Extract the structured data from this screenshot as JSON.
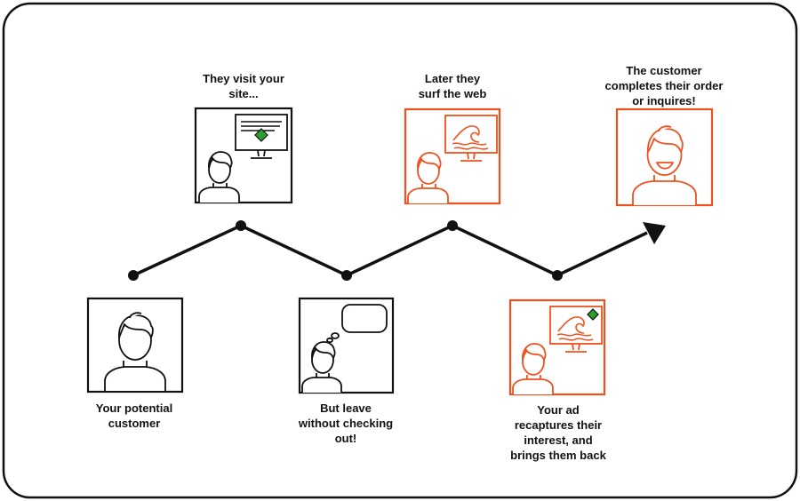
{
  "colors": {
    "ink": "#111111",
    "accent": "#f0501e",
    "ad_green": "#2ca02c",
    "background": "#ffffff"
  },
  "steps": [
    {
      "label": "Your potential\ncustomer",
      "style": "ink",
      "scene": "person"
    },
    {
      "label": "They visit your\nsite...",
      "style": "ink",
      "scene": "person-with-website-monitor"
    },
    {
      "label": "But leave\nwithout checking\nout!",
      "style": "ink",
      "scene": "person-with-thought-bubble"
    },
    {
      "label": "Later they\nsurf the web",
      "style": "accent",
      "scene": "person-with-wave-monitor"
    },
    {
      "label": "Your ad\nrecaptures their\ninterest, and\nbrings them back",
      "style": "accent",
      "scene": "person-with-ad-monitor"
    },
    {
      "label": "The customer\ncompletes their order\nor inquires!",
      "style": "accent",
      "scene": "smiling-person"
    }
  ]
}
